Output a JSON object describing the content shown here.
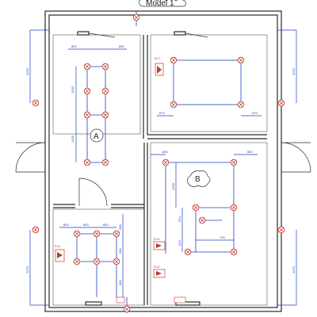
{
  "title": "Model 1",
  "rooms": {
    "a": "A",
    "b": "B"
  },
  "dims": {
    "top_left_1": "800",
    "top_left_2": "800",
    "top_left_v1": "1200",
    "top_left_v2": "1200",
    "tr_h1": "670",
    "tr_h2": "670",
    "br_h1": "800",
    "br_h2": "800",
    "br_v1": "1200",
    "br_v2": "610",
    "br_v3": "610",
    "br_v4": "700",
    "bl_h1": "800",
    "bl_h2": "800",
    "bl_h3": "800",
    "bl_v1": "600",
    "bl_v2": "600",
    "bl_v3": "800",
    "side_left_top": "2070",
    "side_left_bot": "2070",
    "side_right_top": "2070",
    "side_right_bot": "2070"
  },
  "emergency": {
    "e1": "EL17",
    "e2": "EL16",
    "e3": "EL18",
    "e4": "EL20"
  }
}
